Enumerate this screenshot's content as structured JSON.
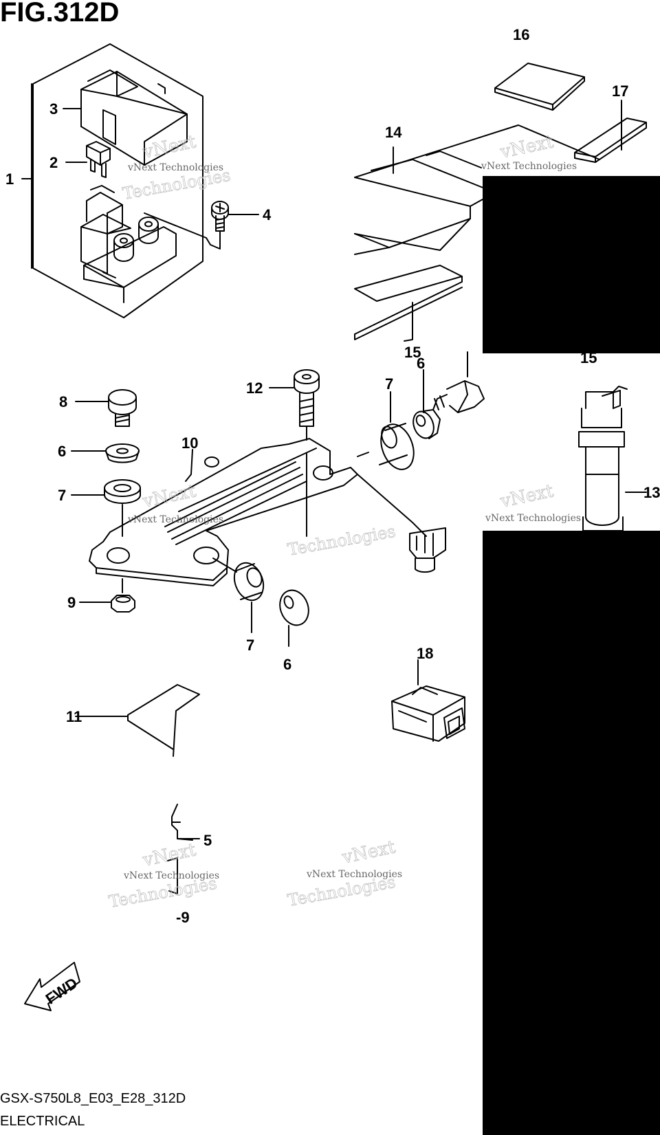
{
  "figure": {
    "title": "FIG.312D",
    "model_code": "GSX-S750L8_E03_E28_312D",
    "section_name": "ELECTRICAL",
    "fwd_label": "FWD"
  },
  "watermark": {
    "line1": "vNext",
    "line2": "vNext Technologies",
    "line3": "Technologies"
  },
  "callouts": [
    {
      "id": "c1",
      "text": "1"
    },
    {
      "id": "c2",
      "text": "2"
    },
    {
      "id": "c3",
      "text": "3"
    },
    {
      "id": "c4",
      "text": "4"
    },
    {
      "id": "c5",
      "text": "5"
    },
    {
      "id": "c6a",
      "text": "6"
    },
    {
      "id": "c6b",
      "text": "6"
    },
    {
      "id": "c6c",
      "text": "6"
    },
    {
      "id": "c7a",
      "text": "7"
    },
    {
      "id": "c7b",
      "text": "7"
    },
    {
      "id": "c7c",
      "text": "7"
    },
    {
      "id": "c8",
      "text": "8"
    },
    {
      "id": "c9a",
      "text": "9"
    },
    {
      "id": "c9b",
      "text": "-9"
    },
    {
      "id": "c10",
      "text": "10"
    },
    {
      "id": "c11",
      "text": "11"
    },
    {
      "id": "c12",
      "text": "12"
    },
    {
      "id": "c13",
      "text": "13"
    },
    {
      "id": "c14",
      "text": "14"
    },
    {
      "id": "c15a",
      "text": "15"
    },
    {
      "id": "c15b",
      "text": "15"
    },
    {
      "id": "c16",
      "text": "16"
    },
    {
      "id": "c17",
      "text": "17"
    },
    {
      "id": "c18",
      "text": "18"
    }
  ]
}
